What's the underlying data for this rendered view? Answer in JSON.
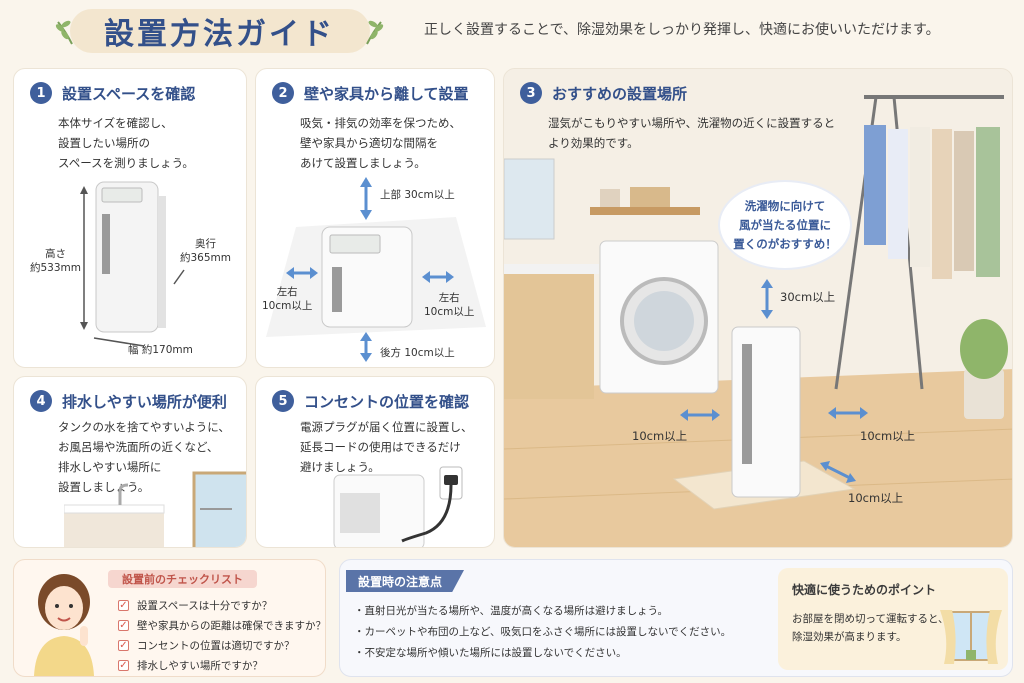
{
  "header": {
    "title": "設置方法ガイド",
    "subtitle": "正しく設置することで、除湿効果をしっかり発揮し、快適にお使いいただけます。"
  },
  "colors": {
    "accent": "#3f5f9c",
    "arrow": "#5b8fd0",
    "check": "#d9574b",
    "background": "#faf5ec"
  },
  "card1": {
    "num": "1",
    "title": "設置スペースを確認",
    "text": [
      "本体サイズを確認し、",
      "設置したい場所の",
      "スペースを測りましょう。"
    ],
    "height_label": "高さ",
    "height_value": "約533mm",
    "depth_label": "奥行",
    "depth_value": "約365mm",
    "width_label": "幅 約170mm"
  },
  "card2": {
    "num": "2",
    "title": "壁や家具から離して設置",
    "text": [
      "吸気・排気の効率を保つため、",
      "壁や家具から適切な間隔を",
      "あけて設置しましょう。"
    ],
    "top": "上部 30cm以上",
    "left": [
      "左右",
      "10cm以上"
    ],
    "right": [
      "左右",
      "10cm以上"
    ],
    "back": "後方 10cm以上"
  },
  "card3": {
    "num": "3",
    "title": "おすすめの設置場所",
    "text": [
      "湿気がこもりやすい場所や、洗濯物の近くに設置すると",
      "より効果的です。"
    ],
    "bubble": [
      "洗濯物に向けて",
      "風が当たる位置に",
      "置くのがおすすめ！"
    ],
    "top": "30cm以上",
    "left": "10cm以上",
    "right": "10cm以上",
    "back": "10cm以上"
  },
  "card4": {
    "num": "4",
    "title": "排水しやすい場所が便利",
    "text": [
      "タンクの水を捨てやすいように、",
      "お風呂場や洗面所の近くなど、",
      "排水しやすい場所に",
      "設置しましょう。"
    ]
  },
  "card5": {
    "num": "5",
    "title": "コンセントの位置を確認",
    "text": [
      "電源プラグが届く位置に設置し、",
      "延長コードの使用はできるだけ",
      "避けましょう。"
    ]
  },
  "checklist": {
    "title": "設置前のチェックリスト",
    "items": [
      "設置スペースは十分ですか？",
      "壁や家具からの距離は確保できますか？",
      "コンセントの位置は適切ですか？",
      "排水しやすい場所ですか？"
    ]
  },
  "notes": {
    "title": "設置時の注意点",
    "items": [
      "・直射日光が当たる場所や、温度が高くなる場所は避けましょう。",
      "・カーペットや布団の上など、吸気口をふさぐ場所には設置しないでください。",
      "・不安定な場所や傾いた場所には設置しないでください。"
    ]
  },
  "tip": {
    "title": "快適に使うためのポイント",
    "text": [
      "お部屋を閉め切って運転すると、",
      "除湿効果が高まります。"
    ]
  }
}
